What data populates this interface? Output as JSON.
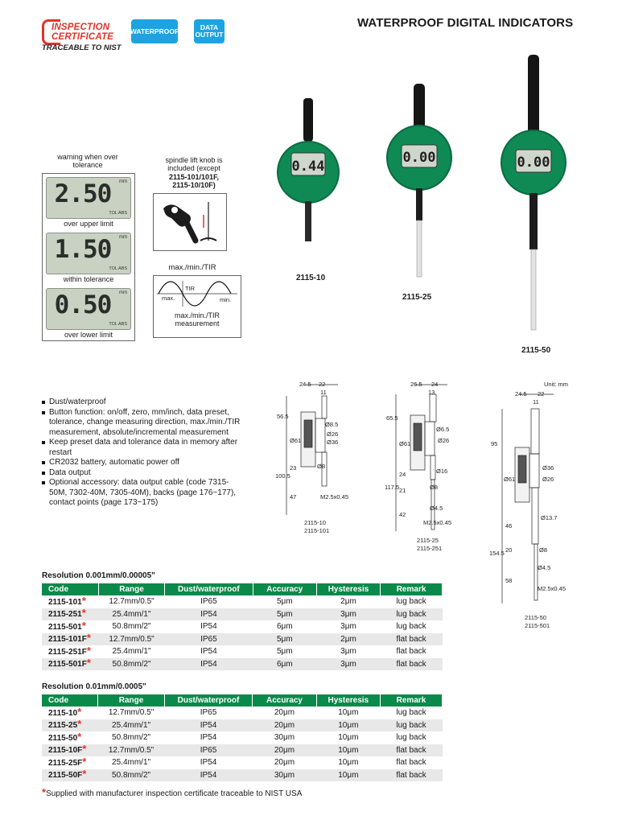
{
  "header": {
    "logo_line1": "INSPECTION",
    "logo_line2": "CERTIFICATE",
    "logo_line3": "TRACEABLE TO NIST",
    "badge_waterproof": "WATERPROOF",
    "badge_data_line1": "DATA",
    "badge_data_line2": "OUTPUT",
    "title": "WATERPROOF DIGITAL INDICATORS"
  },
  "colors": {
    "brand_red": "#e3322b",
    "table_green": "#0a8a4a",
    "badge_blue": "#1ea3e0",
    "gauge_green": "#0f8a55"
  },
  "lcd_panel": {
    "caption": "warning when over tolerance",
    "displays": [
      {
        "value": "2.50",
        "unit": "mm",
        "tol": "TOL ABS",
        "label": "over upper limit"
      },
      {
        "value": "1.50",
        "unit": "mm",
        "tol": "TOL ABS",
        "label": "within tolerance"
      },
      {
        "value": "0.50",
        "unit": "mm",
        "tol": "TOL ABS",
        "label": "over lower limit"
      }
    ]
  },
  "spindle_note": {
    "line1": "spindle lift knob is",
    "line2": "included (except",
    "line3": "2115-101/101F,",
    "line4": "2115-10/10F)"
  },
  "tir": {
    "title": "max./min./TIR",
    "max": "max.",
    "tir": "TIR",
    "min": "min.",
    "caption_line1": "max./min./TIR",
    "caption_line2": "measurement"
  },
  "products": [
    {
      "model": "2115-10",
      "display": "0.44"
    },
    {
      "model": "2115-25",
      "display": "0.00"
    },
    {
      "model": "2115-50",
      "display": "0.00"
    }
  ],
  "features": [
    "Dust/waterproof",
    "Button function: on/off, zero, mm/inch, data preset, tolerance, change measuring direction, max./min./TIR measurement, absolute/incremental measurement",
    "Keep preset data and tolerance data in memory after restart",
    "CR2032 battery, automatic power off",
    "Data output",
    "Optional accessory: data output cable (code 7315-50M, 7302-40M, 7305-40M), backs (page 176~177), contact points (page 173~175)"
  ],
  "drawings": {
    "unit": "Unit: mm",
    "d1": {
      "labels": [
        "24.5",
        "22",
        "11",
        "56.5",
        "Ø61",
        "Ø8.5",
        "Ø26",
        "Ø36",
        "100.5",
        "23",
        "47",
        "Ø8",
        "M2.5x0.45"
      ],
      "models": [
        "2115-10",
        "2115-101"
      ]
    },
    "d2": {
      "labels": [
        "26.5",
        "24",
        "13",
        "65.5",
        "Ø61",
        "Ø6.5",
        "Ø26",
        "117.5",
        "24",
        "21",
        "42",
        "Ø16",
        "Ø8",
        "Ø4.5",
        "M2.5x0.45"
      ],
      "models": [
        "2115-25",
        "2115-251"
      ]
    },
    "d3": {
      "labels": [
        "24.5",
        "22",
        "11",
        "95",
        "Ø61",
        "Ø36",
        "Ø26",
        "154.5",
        "46",
        "20",
        "58",
        "Ø13.7",
        "Ø8",
        "Ø4.5",
        "M2.5x0.45"
      ],
      "models": [
        "2115-50",
        "2115-501"
      ]
    }
  },
  "table1": {
    "resolution": "Resolution 0.001mm/0.00005\"",
    "headers": [
      "Code",
      "Range",
      "Dust/waterproof",
      "Accuracy",
      "Hysteresis",
      "Remark"
    ],
    "rows": [
      [
        "2115-101",
        "12.7mm/0.5\"",
        "IP65",
        "5μm",
        "2μm",
        "lug back"
      ],
      [
        "2115-251",
        "25.4mm/1\"",
        "IP54",
        "5μm",
        "3μm",
        "lug back"
      ],
      [
        "2115-501",
        "50.8mm/2\"",
        "IP54",
        "6μm",
        "3μm",
        "lug back"
      ],
      [
        "2115-101F",
        "12.7mm/0.5\"",
        "IP65",
        "5μm",
        "2μm",
        "flat back"
      ],
      [
        "2115-251F",
        "25.4mm/1\"",
        "IP54",
        "5μm",
        "3μm",
        "flat back"
      ],
      [
        "2115-501F",
        "50.8mm/2\"",
        "IP54",
        "6μm",
        "3μm",
        "flat back"
      ]
    ]
  },
  "table2": {
    "resolution": "Resolution 0.01mm/0.0005\"",
    "headers": [
      "Code",
      "Range",
      "Dust/waterproof",
      "Accuracy",
      "Hysteresis",
      "Remark"
    ],
    "rows": [
      [
        "2115-10",
        "12.7mm/0.5\"",
        "IP65",
        "20μm",
        "10μm",
        "lug back"
      ],
      [
        "2115-25",
        "25.4mm/1\"",
        "IP54",
        "20μm",
        "10μm",
        "lug back"
      ],
      [
        "2115-50",
        "50.8mm/2\"",
        "IP54",
        "30μm",
        "10μm",
        "lug back"
      ],
      [
        "2115-10F",
        "12.7mm/0.5\"",
        "IP65",
        "20μm",
        "10μm",
        "flat back"
      ],
      [
        "2115-25F",
        "25.4mm/1\"",
        "IP54",
        "20μm",
        "10μm",
        "flat back"
      ],
      [
        "2115-50F",
        "50.8mm/2\"",
        "IP54",
        "30μm",
        "10μm",
        "flat back"
      ]
    ]
  },
  "footnote": {
    "star": "*",
    "text": "Supplied with manufacturer inspection certificate traceable to NIST USA"
  }
}
